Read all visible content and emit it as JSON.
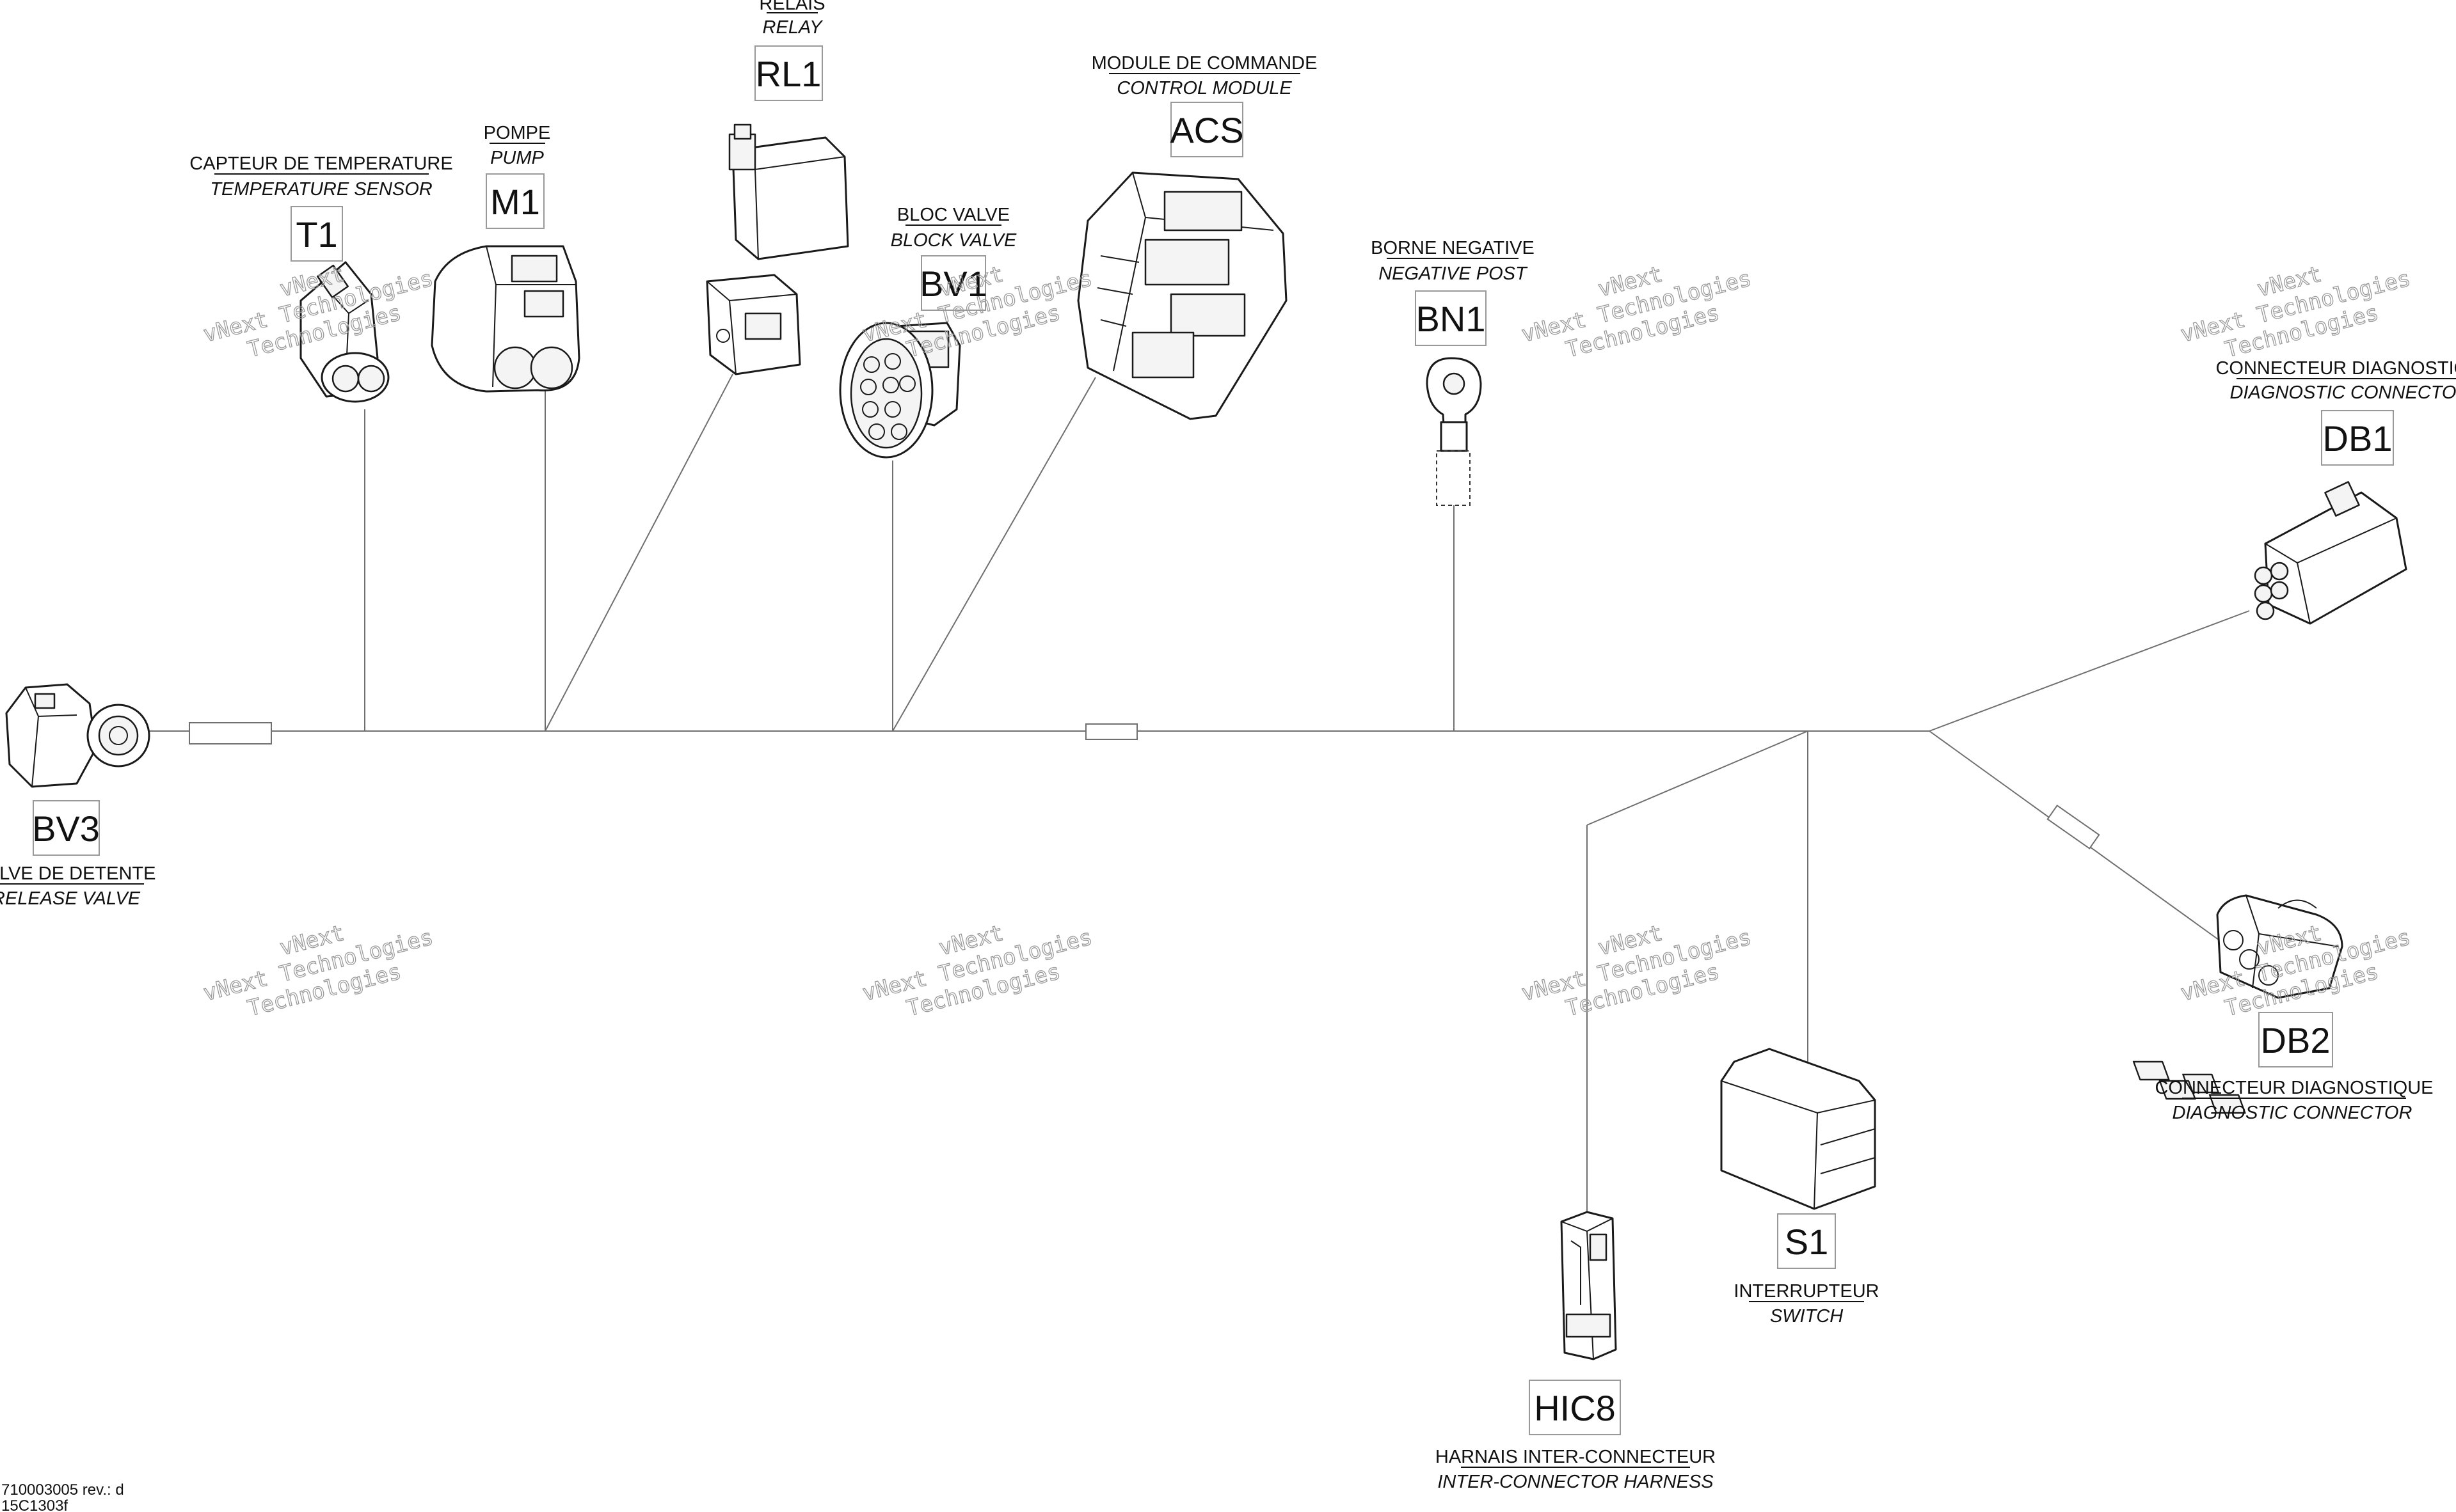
{
  "components": [
    {
      "id": "BV3",
      "label_fr": "VALVE DE DETENTE",
      "label_en": "RELEASE VALVE"
    },
    {
      "id": "T1",
      "label_fr": "CAPTEUR DE TEMPERATURE",
      "label_en": "TEMPERATURE SENSOR"
    },
    {
      "id": "M1",
      "label_fr": "POMPE",
      "label_en": "PUMP"
    },
    {
      "id": "RL1",
      "label_fr": "RELAIS",
      "label_en": "RELAY"
    },
    {
      "id": "BV1",
      "label_fr": "BLOC VALVE",
      "label_en": "BLOCK VALVE"
    },
    {
      "id": "ACS",
      "label_fr": "MODULE DE COMMANDE",
      "label_en": "CONTROL MODULE"
    },
    {
      "id": "BN1",
      "label_fr": "BORNE NEGATIVE",
      "label_en": "NEGATIVE POST"
    },
    {
      "id": "DB1",
      "label_fr": "CONNECTEUR DIAGNOSTIQUE",
      "label_en": "DIAGNOSTIC CONNECTOR"
    },
    {
      "id": "DB2",
      "label_fr": "CONNECTEUR DIAGNOSTIQUE",
      "label_en": "DIAGNOSTIC CONNECTOR"
    },
    {
      "id": "S1",
      "label_fr": "INTERRUPTEUR",
      "label_en": "SWITCH"
    },
    {
      "id": "HIC8",
      "label_fr": "HARNAIS INTER-CONNECTEUR",
      "label_en": "INTER-CONNECTOR HARNESS"
    }
  ],
  "watermark": {
    "line1": "vNext",
    "line2": "vNext Technologies",
    "line3": "Technologies"
  },
  "footer": {
    "line1": "710003005 rev.: d",
    "line2": "15C1303f"
  },
  "colors": {
    "wire": "#6f6f6f",
    "outline": "#1a1a1a",
    "watermark": "#9a9a9a"
  }
}
